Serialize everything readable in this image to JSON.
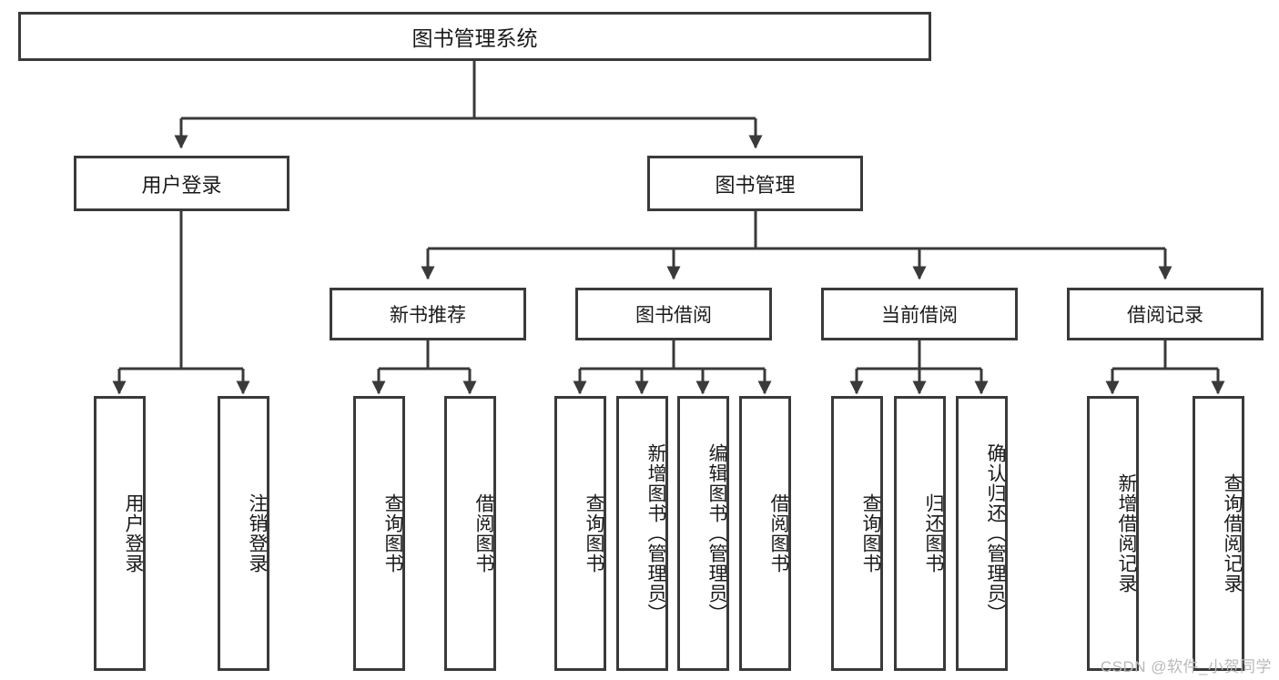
{
  "diagram": {
    "title": "图书管理系统",
    "type": "tree-hierarchy",
    "watermark": "CSDN @软件_小贺同学",
    "colors": {
      "border": "#3a3a3a",
      "fill": "#ffffff",
      "text": "#1a1a1a",
      "watermark": "#b9b9b9"
    },
    "root": {
      "label": "图书管理系统"
    },
    "level2": [
      {
        "label": "用户登录"
      },
      {
        "label": "图书管理"
      }
    ],
    "level3": [
      {
        "label": "新书推荐"
      },
      {
        "label": "图书借阅"
      },
      {
        "label": "当前借阅"
      },
      {
        "label": "借阅记录"
      }
    ],
    "leaves": {
      "user_login": [
        {
          "label": "用户登录"
        },
        {
          "label": "注销登录"
        }
      ],
      "new_book_recommend": [
        {
          "label": "查询图书"
        },
        {
          "label": "借阅图书"
        }
      ],
      "book_borrow": [
        {
          "label": "查询图书"
        },
        {
          "label": "新增图书（管理员）"
        },
        {
          "label": "编辑图书（管理员）"
        },
        {
          "label": "借阅图书"
        }
      ],
      "current_borrow": [
        {
          "label": "查询图书"
        },
        {
          "label": "归还图书"
        },
        {
          "label": "确认归还（管理员）"
        }
      ],
      "borrow_record": [
        {
          "label": "新增借阅记录"
        },
        {
          "label": "查询借阅记录"
        }
      ]
    }
  }
}
